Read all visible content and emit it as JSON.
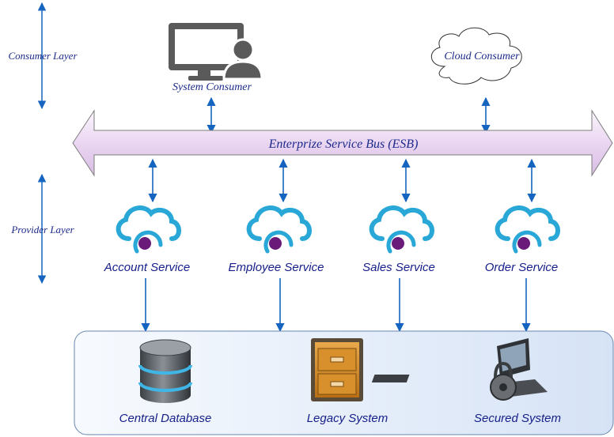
{
  "layers": {
    "consumer": "Consumer Layer",
    "provider": "Provider Layer"
  },
  "consumers": {
    "system": "System Consumer",
    "cloud": "Cloud Consumer"
  },
  "bus": {
    "label": "Enterprize Service Bus (ESB)"
  },
  "services": [
    {
      "label": "Account Service"
    },
    {
      "label": "Employee Service"
    },
    {
      "label": "Sales Service"
    },
    {
      "label": "Order Service"
    }
  ],
  "backends": [
    {
      "label": "Central Database",
      "icon": "database-icon"
    },
    {
      "label": "Legacy System",
      "icon": "file-cabinet-icon"
    },
    {
      "label": "Secured System",
      "icon": "secured-computer-icon"
    }
  ],
  "colors": {
    "arrow": "#1565c0",
    "layer_text": "#1c2a8c",
    "cloud_outline": "#29a8d8",
    "cloud_dot": "#6a1b7a",
    "bus_fill": "#e6d2ee",
    "panel_fill": "#e3ecf8"
  }
}
